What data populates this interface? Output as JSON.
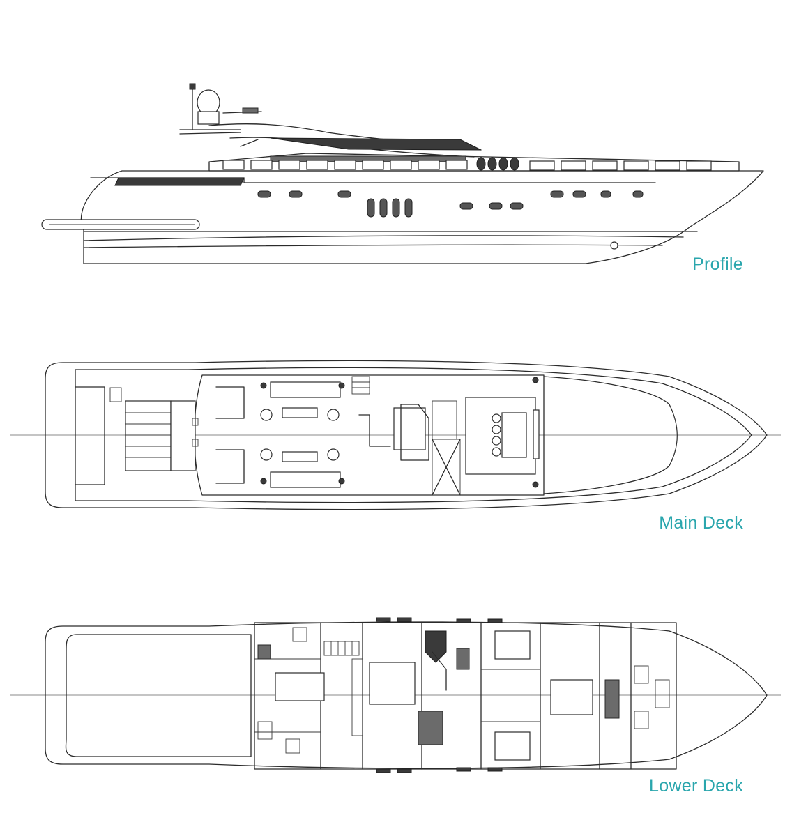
{
  "labels": {
    "profile": "Profile",
    "main_deck": "Main Deck",
    "lower_deck": "Lower Deck"
  },
  "colors": {
    "label": "#2aa6ad",
    "linework": "#2b2b2b",
    "background": "#ffffff"
  }
}
